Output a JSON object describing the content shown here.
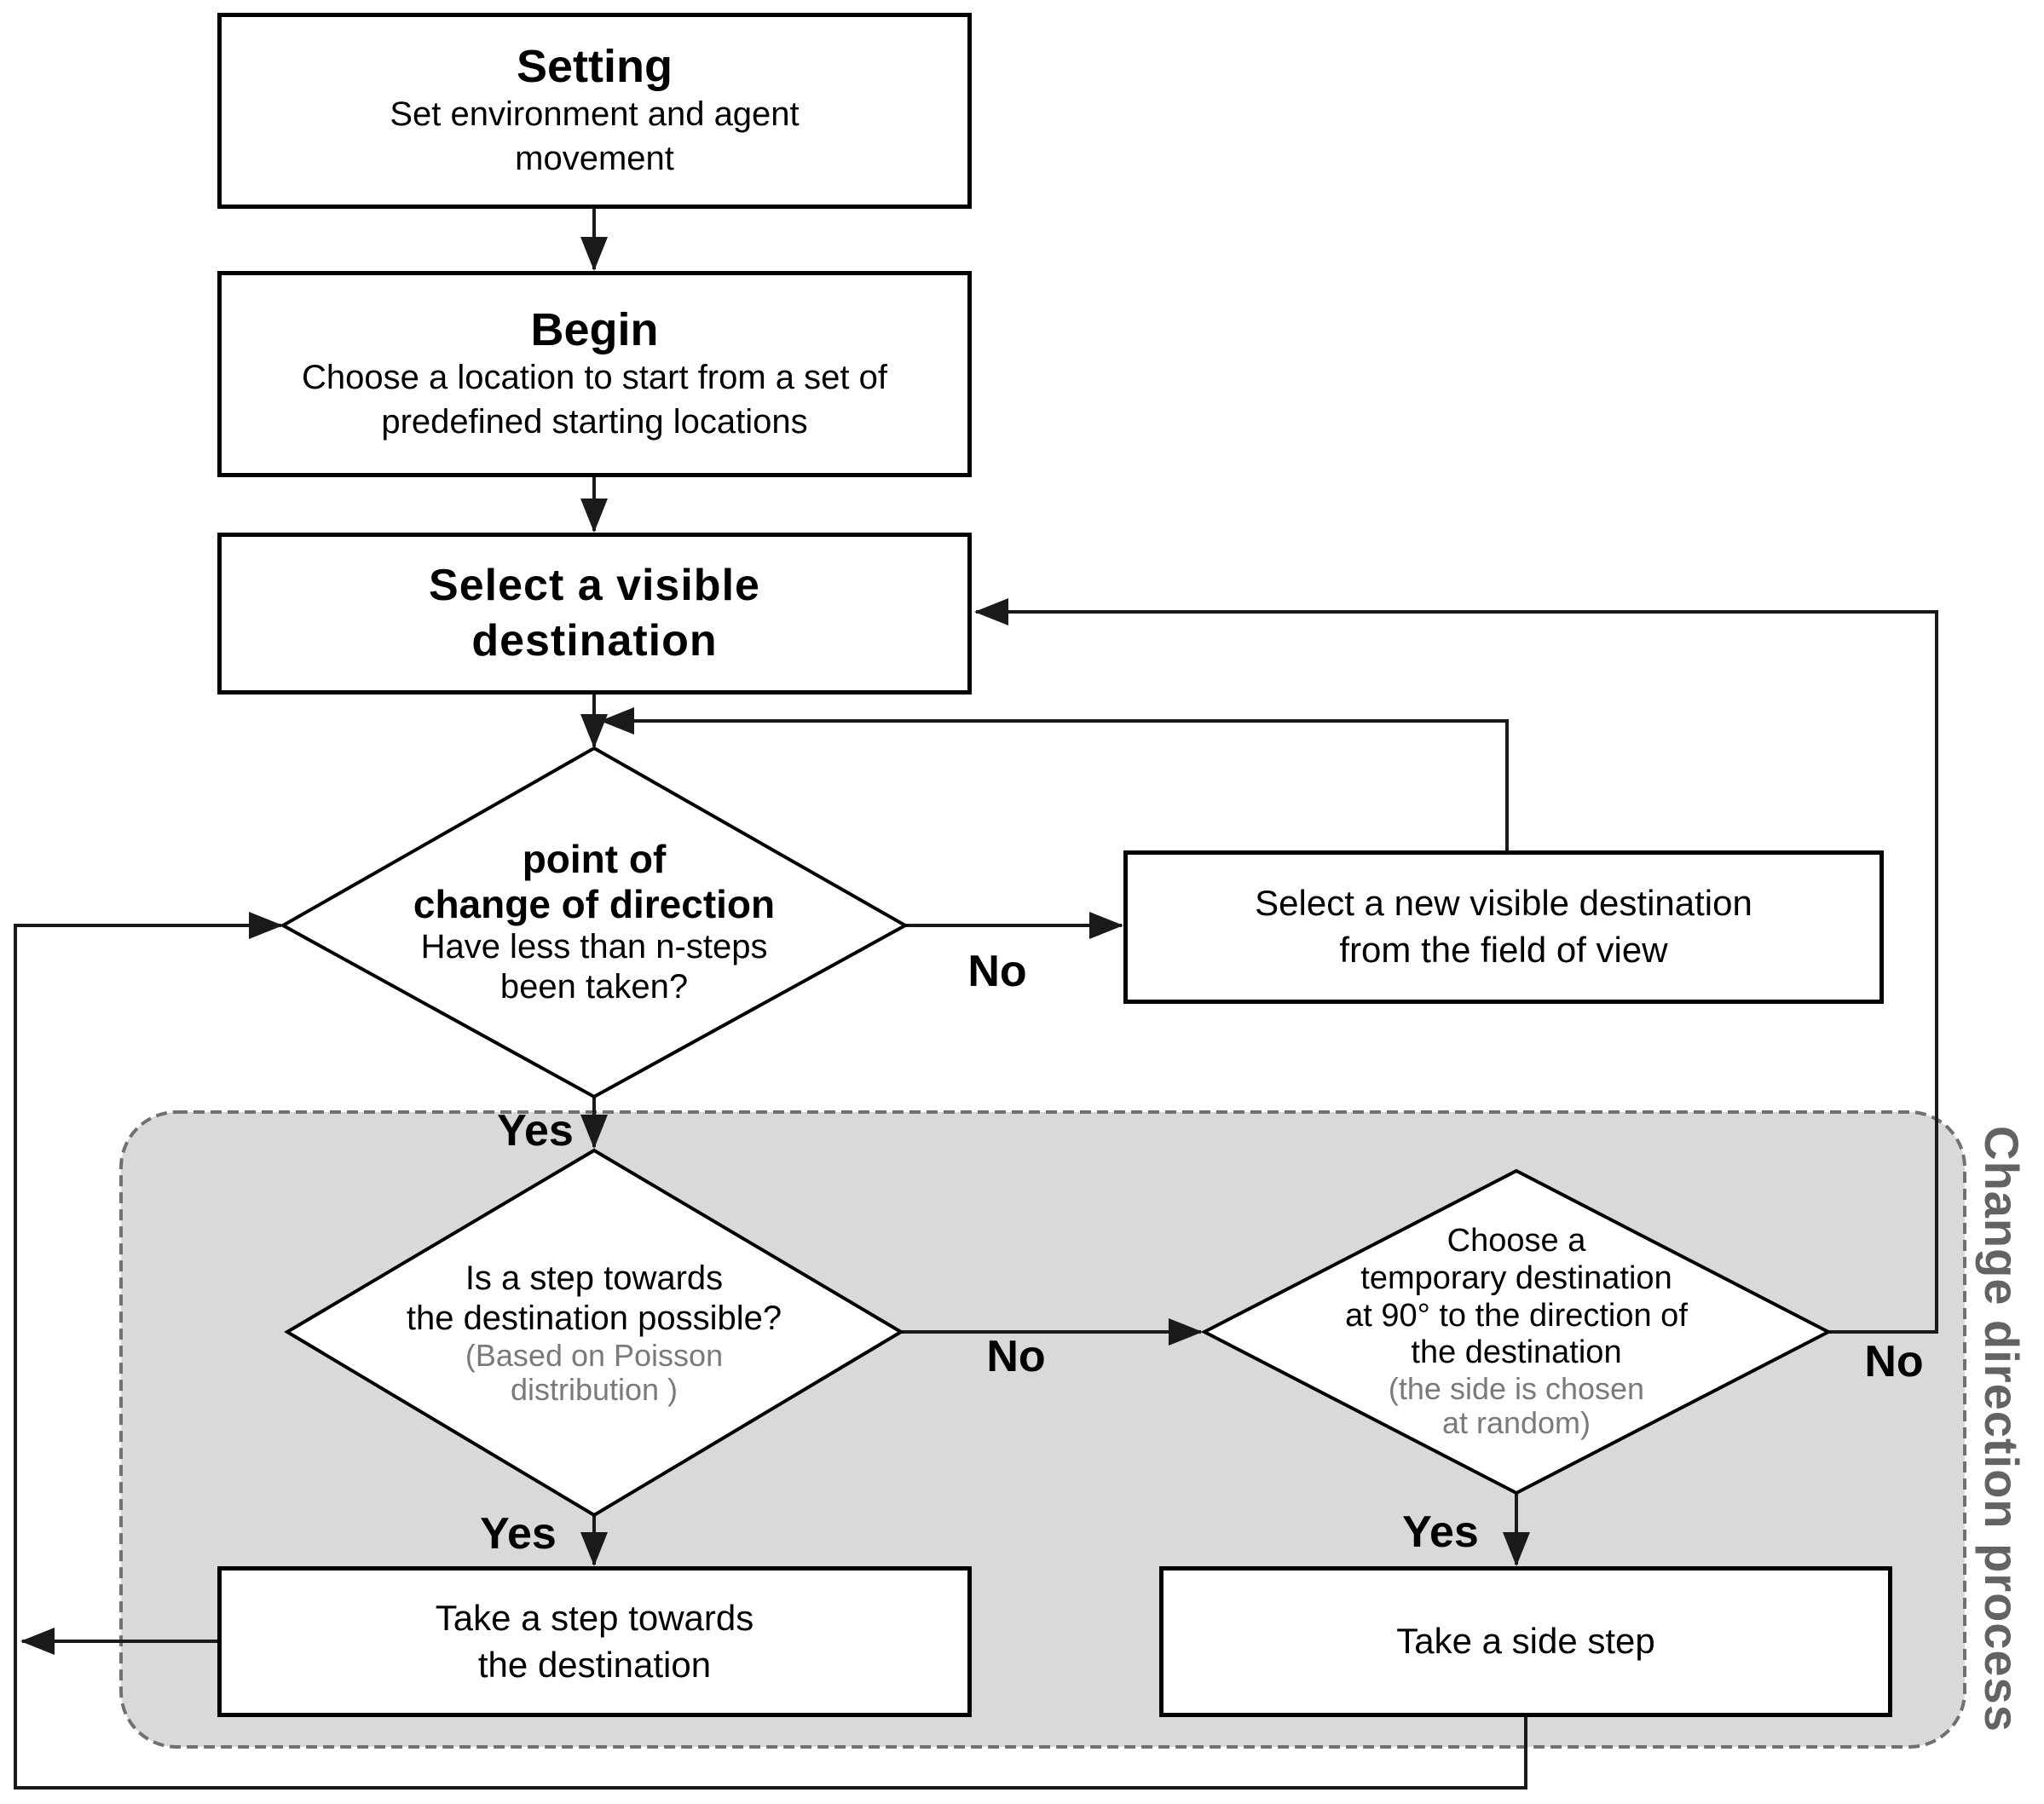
{
  "boxes": {
    "setting": {
      "title": "Setting",
      "body": "Set environment and agent\nmovement"
    },
    "begin": {
      "title": "Begin",
      "body": "Choose a location to start from a set of\npredefined starting locations"
    },
    "select_destination": {
      "title": "Select a visible\ndestination"
    },
    "select_new_destination": {
      "body": "Select a new visible destination\nfrom the field of view"
    },
    "take_step": {
      "body": "Take a step towards\nthe destination"
    },
    "take_side_step": {
      "body": "Take a side step"
    }
  },
  "decisions": {
    "point_of_change": {
      "title": "point of\nchange of direction",
      "body": "Have less than n-steps\nbeen taken?"
    },
    "step_possible": {
      "body": "Is a step towards\nthe destination possible?",
      "note": "(Based on Poisson\ndistribution )"
    },
    "temporary_destination": {
      "body": "Choose a\ntemporary destination\nat 90° to the direction of\nthe destination",
      "note": "(the side is chosen\nat random)"
    }
  },
  "labels": {
    "yes_point_of_change": "Yes",
    "no_point_of_change": "No",
    "yes_step_possible": "Yes",
    "no_step_possible": "No",
    "yes_temporary_destination": "Yes",
    "no_temporary_destination": "No",
    "group": "Change direction process"
  },
  "colors": {
    "line": "#1a1a1a",
    "node_fill": "#ffffff",
    "node_border": "#000000",
    "note_gray": "#7a7a7a",
    "group_fill": "#d9d9d9",
    "group_border": "#707070",
    "group_label": "#636363"
  }
}
